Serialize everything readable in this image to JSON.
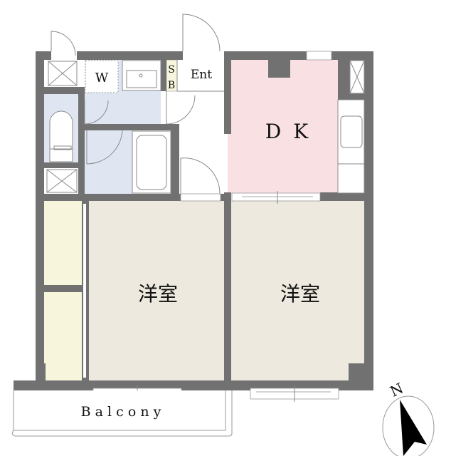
{
  "floorplan": {
    "rooms": {
      "washroom": "W",
      "shoebox_top": "S",
      "shoebox_bottom": "B",
      "entrance": "Ent",
      "dining_kitchen": "D K",
      "western_room_left": "洋室",
      "western_room_right": "洋室",
      "balcony": "B a l c o n y"
    },
    "compass": {
      "north_label": "N"
    },
    "colors": {
      "wall": "#717171",
      "dk": "#f9e1e3",
      "western_room": "#ede9df",
      "wet_area": "#dfe6f2",
      "closet": "#f7f6dc"
    }
  }
}
